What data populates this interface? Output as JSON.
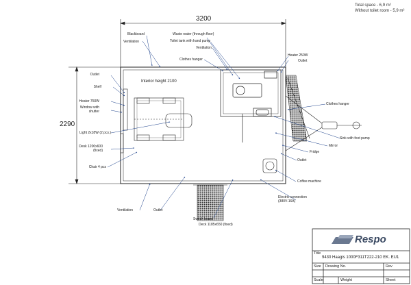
{
  "header": {
    "total_space": "Total space - 6,9 m²",
    "without_toilet": "Without toilet room - 5,9 m²"
  },
  "dimensions": {
    "width": "3200",
    "height": "2290"
  },
  "labels": {
    "blackboard": "Blackboard",
    "ventilation_top": "Ventilation",
    "waste_water": "Waste water (through floor)",
    "toilet_tank": "Toilet tank with hand pump",
    "ventilation_mid": "Ventilation",
    "clothes_hanger_top": "Clothes hanger",
    "heater_250": "Heater 250W",
    "outlet_top_right": "Outlet",
    "outlet_left": "Outlet",
    "shelf": "Shelf",
    "heater_750": "Heater 750W",
    "window_shutter": "Window with\nshutter",
    "light": "Light 2x18W (2 pcs.)",
    "desk_fixed": "Desk 1200x600\n(fixed)",
    "chair": "Chair 4 pcs",
    "interior_height": "Interior height 2100",
    "clothes_hanger_right": "Clothes hanger",
    "sink": "Sink with foot pump",
    "fridge": "Fridge",
    "mirror": "Mirror",
    "outlet_right": "Outlet",
    "coffee_machine": "Coffee machine",
    "electric_connection": "Electric connection\n(380V-16A)",
    "ventilation_bottom": "Ventilation",
    "outlet_bottom": "Outlet",
    "switch_board": "Switch board",
    "deck": "Deck 1185x650 (fixed)"
  },
  "title_block": {
    "logo": "Respo",
    "title_label": "Title",
    "title_value": "9430 Haagis 1000F311T222-210 EK. EU1",
    "size_label": "Size",
    "drawing_no_label": "Drawing No.",
    "rev_label": "Rev",
    "scale_label": "Scale",
    "weight_label": "Weight",
    "sheet_label": "Sheet"
  }
}
